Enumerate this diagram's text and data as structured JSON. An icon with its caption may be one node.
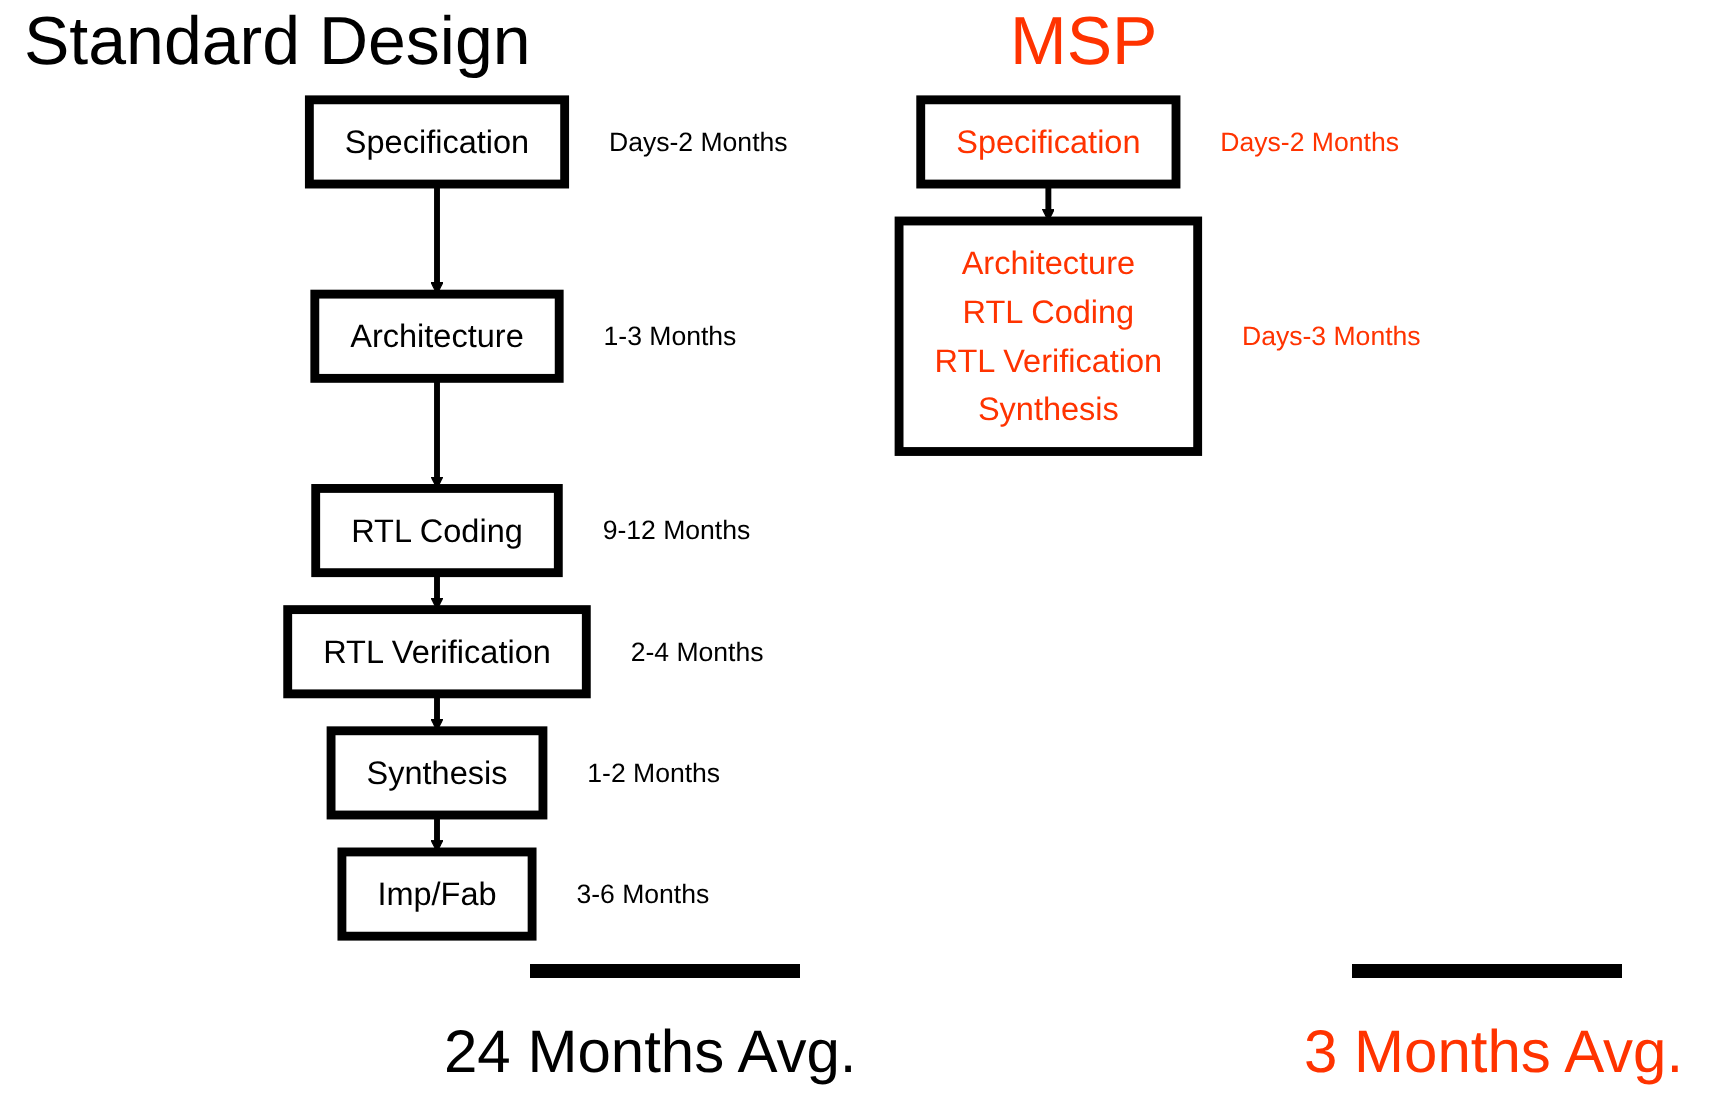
{
  "diagram": {
    "nodes": [
      {
        "text": [
          "Specification"
        ],
        "beside": [
          "Days-2 Months"
        ]
      },
      {
        "text": [
          "Architecture"
        ],
        "beside": [
          "1-3 Months"
        ]
      },
      {
        "text": [
          "RTL Coding"
        ],
        "beside": [
          "9-12 Months"
        ]
      },
      {
        "text": [
          "RTL Verification"
        ],
        "beside": [
          "2-4 Months"
        ]
      },
      {
        "text": [
          "Synthesis"
        ],
        "beside": [
          "1-2 Months"
        ]
      },
      {
        "text": [
          "Imp/Fab"
        ],
        "beside": [
          "3-6 Months"
        ]
      },
      {
        "text": [
          "Specification"
        ],
        "beside": [
          "Days-2 Months"
        ]
      },
      {
        "text": [
          "Architecture",
          "RTL Coding",
          "RTL Verification",
          "Synthesis"
        ],
        "beside": [
          "Days-3 Months"
        ]
      }
    ],
    "edges": [
      {
        "from": 0,
        "to": 1,
        "arrow": "to"
      },
      {
        "from": 1,
        "to": 2,
        "arrow": "to"
      },
      {
        "from": 2,
        "to": 3,
        "arrow": "to"
      },
      {
        "from": 3,
        "to": 4,
        "arrow": "to"
      },
      {
        "from": 4,
        "to": 5,
        "arrow": "to"
      },
      {
        "from": 6,
        "to": 7,
        "arrow": "to"
      }
    ],
    "labels": [
      "Standard Design",
      "MSP",
      "24 Months Avg.",
      "3 Months Avg."
    ]
  }
}
